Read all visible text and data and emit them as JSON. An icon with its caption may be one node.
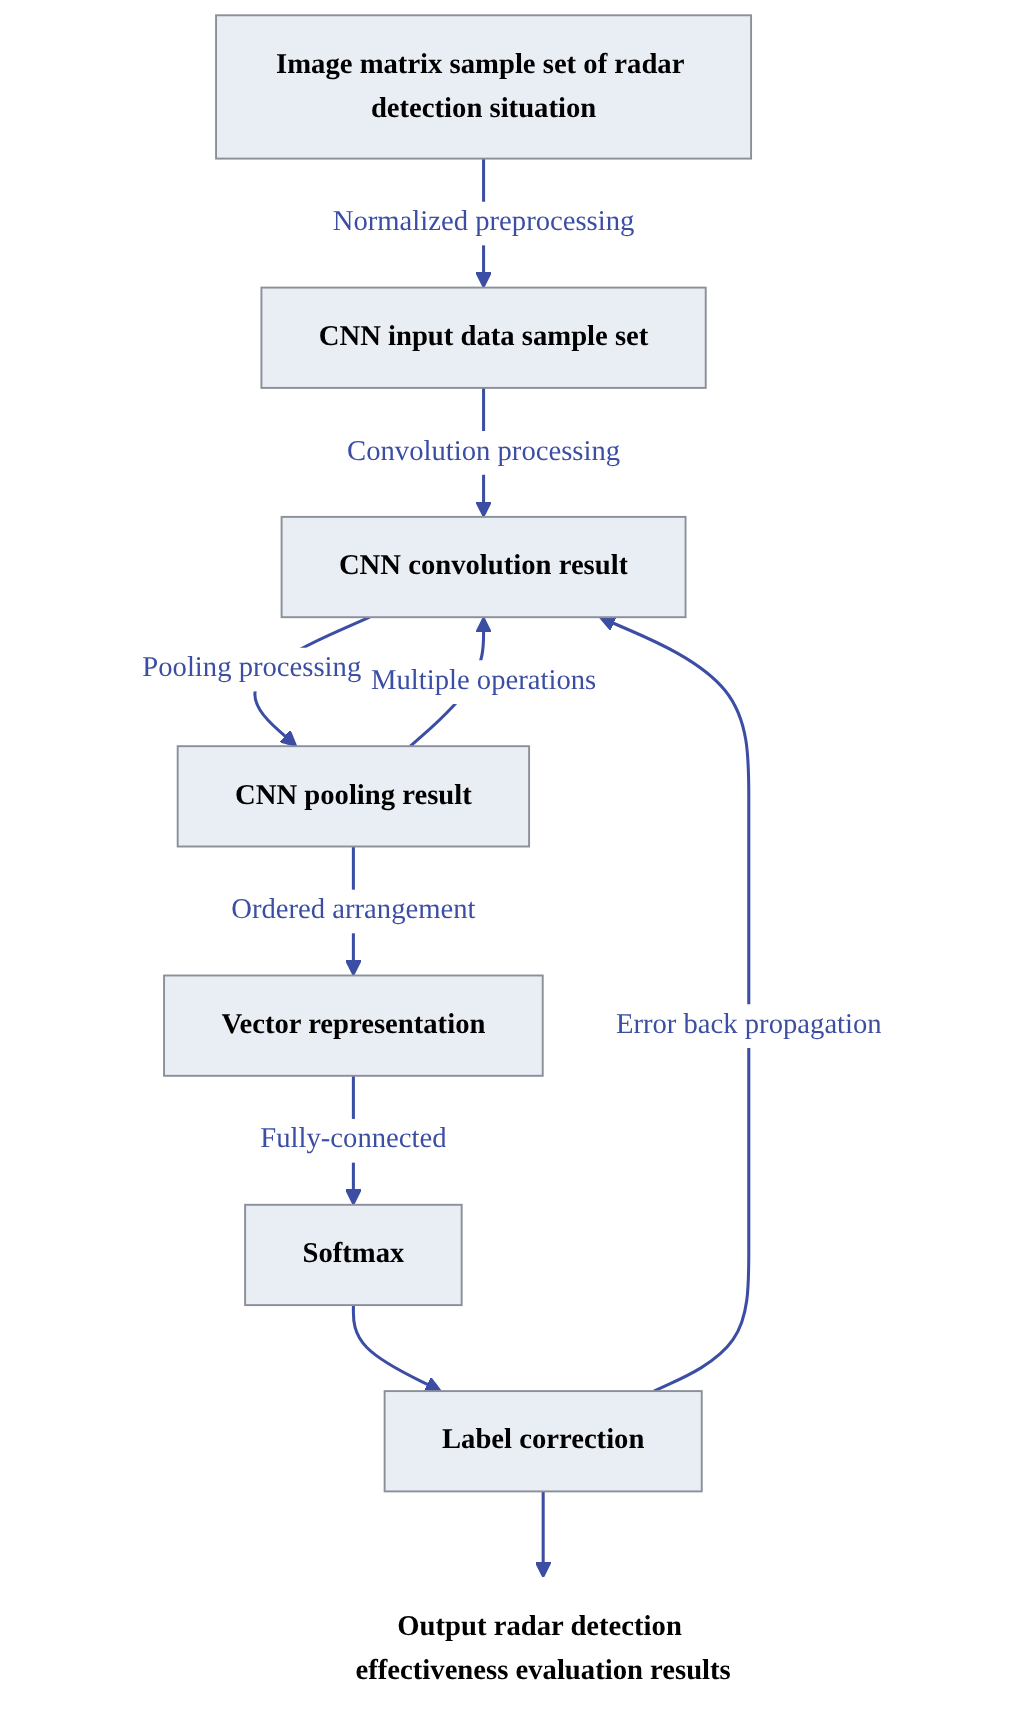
{
  "diagram": {
    "nodes": [
      {
        "text": [
          "Image matrix sample set of radar detection situation"
        ]
      },
      {
        "text": [
          "CNN input data sample set"
        ]
      },
      {
        "text": [
          "CNN convolution result"
        ]
      },
      {
        "text": [
          "CNN pooling result"
        ]
      },
      {
        "text": [
          "Vector representation"
        ]
      },
      {
        "text": [
          "Softmax"
        ]
      },
      {
        "text": [
          "Label correction"
        ]
      },
      {
        "text": [
          "Output radar detection effectiveness evaluation results"
        ]
      }
    ],
    "edges": [
      {
        "from": 0,
        "to": 1,
        "arrow": "to",
        "label": "Normalized preprocessing"
      },
      {
        "from": 1,
        "to": 2,
        "arrow": "to",
        "label": "Convolution processing"
      },
      {
        "from": 2,
        "to": 3,
        "arrow": "to",
        "label": "Pooling processing"
      },
      {
        "from": 3,
        "to": 4,
        "arrow": "to",
        "label": "Ordered arrangement"
      },
      {
        "from": 4,
        "to": 5,
        "arrow": "to",
        "label": "Fully-connected"
      },
      {
        "from": 5,
        "to": 6,
        "arrow": "to"
      },
      {
        "from": 6,
        "to": 7,
        "arrow": "to"
      },
      {
        "from": 3,
        "to": 2,
        "arrow": "to",
        "label": "Multiple operations"
      },
      {
        "from": 6,
        "to": 2,
        "arrow": "to",
        "label": "Error back propagation"
      }
    ]
  }
}
